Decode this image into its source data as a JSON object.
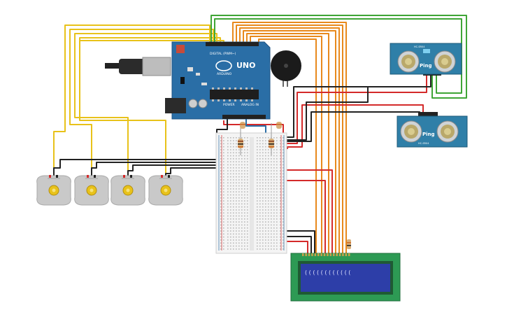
{
  "arduino": {
    "brand": "UNO",
    "maker": "ARDUINO",
    "digital_label": "DIGITAL (PWM~)",
    "power_label": "POWER",
    "analog_label": "ANALOG IN"
  },
  "sensors": [
    {
      "label": "Ping",
      "front_text": "HC-SR04"
    },
    {
      "label": "Ping",
      "front_text": "HC-SR04"
    }
  ],
  "lcd": {
    "line1": "( ( ( ( ( ( ( ( ( ( ( (",
    "line2": ""
  },
  "colors": {
    "yellow_wire": "#e8c21a",
    "orange_wire": "#e8891c",
    "red_wire": "#d42a2a",
    "black_wire": "#222222",
    "green_wire": "#3fa536",
    "arduino_board": "#2a6ea6",
    "lcd_green": "#2d9a54",
    "lcd_screen": "#2d3ea8",
    "sensor_board": "#2f7fa8"
  }
}
